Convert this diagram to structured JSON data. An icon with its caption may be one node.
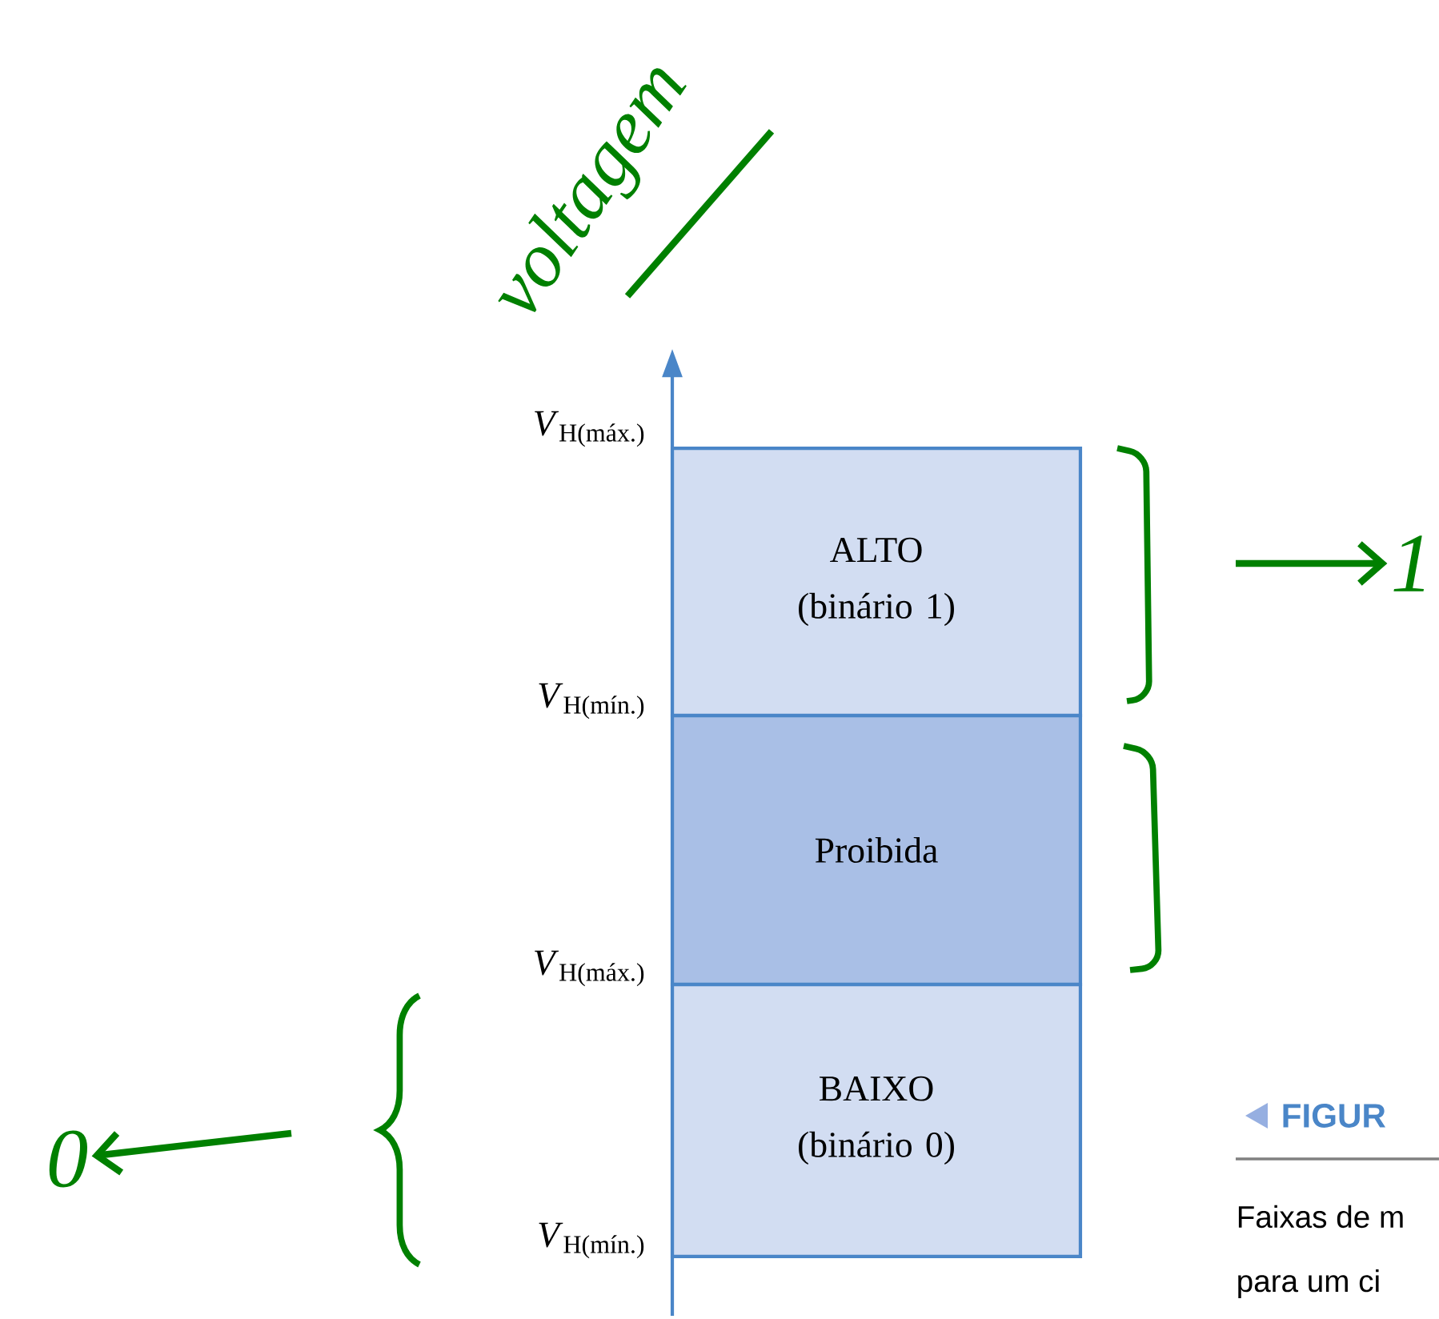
{
  "diagram": {
    "nodes": [
      {
        "text": [
          "ALTO (binário 1)"
        ]
      },
      {
        "text": [
          "Proibida"
        ]
      },
      {
        "text": [
          "BAIXO (binário 0)"
        ]
      },
      {
        "text": [
          "1"
        ]
      },
      {
        "text": [
          "0"
        ]
      }
    ],
    "edges": [
      {
        "from": null,
        "to": 3,
        "arrow": "to"
      },
      {
        "from": null,
        "to": 4,
        "arrow": "to"
      }
    ],
    "labels": [
      "voltagem",
      "*V*$_{H(máx.)}$",
      "*V*$_{H(mín.)}$",
      "*V*$_{H(máx.)}$",
      "*V*$_{H(mín.)}$",
      "FIGUR",
      "Faixas de m",
      "para um ci"
    ]
  }
}
